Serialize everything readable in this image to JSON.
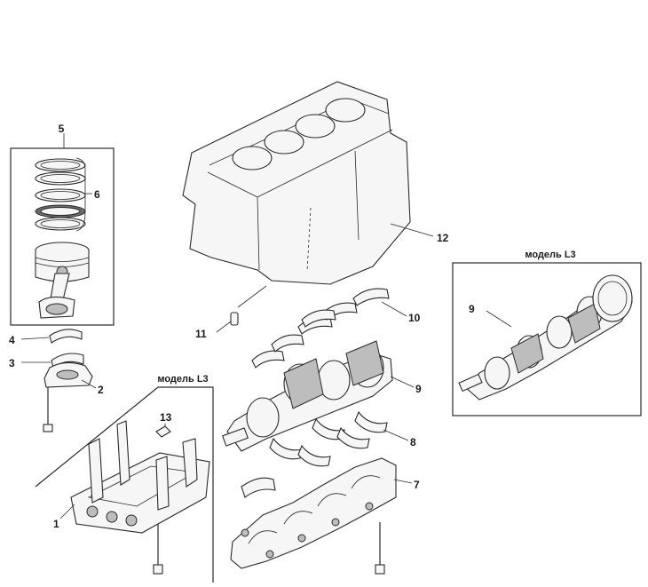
{
  "labels": {
    "n1": "1",
    "n2": "2",
    "n3": "3",
    "n4": "4",
    "n5": "5",
    "n6": "6",
    "n7": "7",
    "n8": "8",
    "n9": "9",
    "n10": "10",
    "n11": "11",
    "n12": "12",
    "n13": "13",
    "n9_inset": "9"
  },
  "insets": {
    "bedplate_caption": "модель L3",
    "crankshaft_caption": "модель L3"
  }
}
